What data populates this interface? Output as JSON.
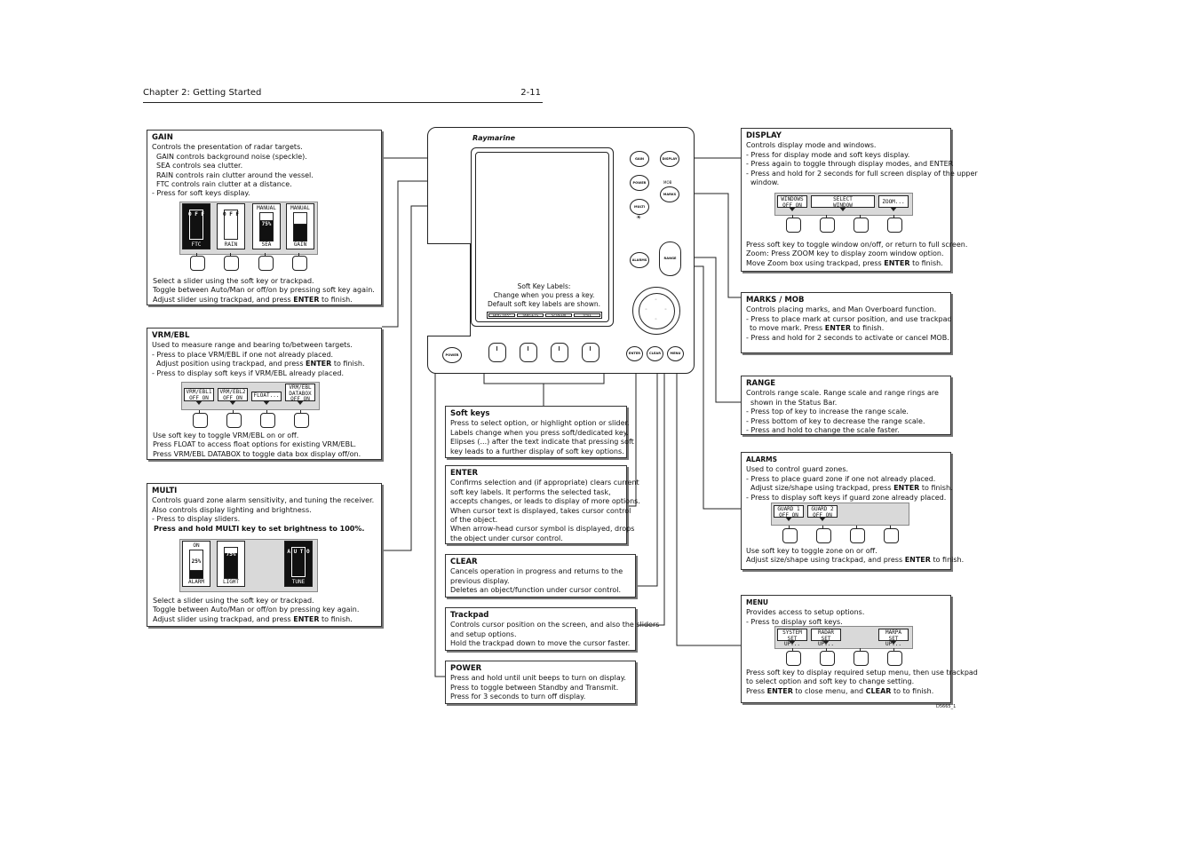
{
  "header": {
    "left": "Chapter 2: Getting Started",
    "right": "2-11"
  },
  "brand": "Raymarine",
  "unit": {
    "gain": "GAIN",
    "power": "POWER",
    "multi": "MULTI",
    "display": "DISPLAY",
    "marks": "MARKS",
    "mob": "MOB",
    "alarms": "ALARMS",
    "range": "RANGE",
    "enter": "ENTER",
    "clear": "CLEAR",
    "menu": "MENU",
    "brightness": "☀",
    "screen_text": [
      "Soft Key Labels:",
      "Change when you press a key.",
      "Default soft key labels are shown."
    ],
    "screen_keys": [
      "HDG 165°",
      "TARGETS",
      "SCREEN",
      "TOFF"
    ]
  },
  "gain": {
    "title": "GAIN",
    "lines": [
      "Controls the presentation of radar targets.",
      "GAIN controls background noise (speckle).",
      "SEA controls sea clutter.",
      "RAIN controls rain clutter around the vessel.",
      "FTC controls rain clutter at a distance.",
      "- Press for soft keys display."
    ],
    "sliders": [
      {
        "name": "FTC",
        "top": "",
        "text": "O F F"
      },
      {
        "name": "RAIN",
        "top": "",
        "text": "O F F"
      },
      {
        "name": "SEA",
        "top": "MANUAL",
        "text": "75%"
      },
      {
        "name": "GAIN",
        "top": "MANUAL",
        "text": ""
      }
    ],
    "foot": [
      "Select a slider using the soft key or trackpad.",
      "Toggle between Auto/Man or off/on by pressing soft key again.",
      "Adjust slider using trackpad, and press",
      "ENTER",
      "to finish."
    ]
  },
  "vrm": {
    "title": "VRM/EBL",
    "lines": [
      "Used to measure range and bearing to/between targets.",
      "- Press to place VRM/EBL if one not already placed.",
      "Adjust position using trackpad, and press",
      "ENTER",
      "to finish.",
      "- Press to display soft keys if VRM/EBL already placed."
    ],
    "labels": [
      [
        "VRM/EBL1",
        "OFF ON"
      ],
      [
        "VRM/EBL2",
        "OFF ON"
      ],
      [
        "FLOAT..."
      ],
      [
        "VRM/EBL",
        "DATABOX",
        "OFF ON"
      ]
    ],
    "foot": [
      "Use soft key to toggle VRM/EBL on or off.",
      "Press FLOAT to access float options for existing VRM/EBL.",
      "Press VRM/EBL DATABOX to toggle data box display off/on."
    ]
  },
  "multi": {
    "title": "MULTI",
    "lines": [
      "Controls guard zone alarm sensitivity, and tuning the receiver.",
      "Also controls display lighting and brightness.",
      "- Press to display sliders."
    ],
    "bold_line": "Press and hold MULTI key to set brightness to 100%.",
    "sliders": [
      {
        "name": "ALARM",
        "top": "ON",
        "text": "25%"
      },
      {
        "name": "LIGHT",
        "top": "",
        "text": "75%"
      },
      {
        "name": "TUNE",
        "top": "",
        "text": "A U T O"
      }
    ],
    "foot": [
      "Select a slider using the soft key or trackpad.",
      "Toggle between Auto/Man or off/on by pressing key again.",
      "Adjust slider using trackpad, and press",
      "ENTER",
      "to finish."
    ]
  },
  "display": {
    "title": "DISPLAY",
    "lines": [
      "Controls display mode and windows.",
      "- Press for display mode and soft keys display.",
      "- Press again to toggle through display modes, and ENTER",
      "- Press and hold for 2 seconds for full screen display of the upper",
      "window."
    ],
    "labels": [
      [
        "WINDOWS",
        "OFF ON"
      ],
      [
        "SELECT",
        "WINDOW"
      ],
      [
        "ZOOM..."
      ]
    ],
    "foot": [
      "Press soft key to toggle window on/off, or return to full screen.",
      "Zoom:  Press ZOOM key to display zoom window option.",
      "Move Zoom box using trackpad, press",
      "ENTER",
      "to finish."
    ]
  },
  "marks": {
    "title": "MARKS / MOB",
    "lines": [
      "Controls placing marks, and Man Overboard function.",
      "- Press to place mark at cursor position, and use trackpad",
      "to move mark. Press",
      "ENTER",
      "to finish.",
      "- Press and hold for 2 seconds to activate or cancel MOB."
    ]
  },
  "range": {
    "title": "RANGE",
    "lines": [
      "Controls range scale. Range scale and range rings are",
      "shown in the Status Bar.",
      "- Press top of key to increase the range scale.",
      "- Press bottom of key to decrease the range scale.",
      "- Press and hold to change the scale faster."
    ]
  },
  "alarms": {
    "title": "ALARMS",
    "lines": [
      "Used to control guard zones.",
      "- Press to place guard zone if one not already placed.",
      "Adjust size/shape using trackpad, press",
      "ENTER",
      "to finish.",
      "- Press to display soft keys if guard zone already placed."
    ],
    "labels": [
      [
        "GUARD 1",
        "OFF ON"
      ],
      [
        "GUARD 2",
        "OFF ON"
      ]
    ],
    "foot": [
      "Use soft key to toggle zone on or off.",
      "Adjust size/shape using trackpad, and press",
      "ENTER",
      "to finish."
    ]
  },
  "menu": {
    "title": "MENU",
    "lines": [
      "Provides access to setup options.",
      "- Press to display soft keys."
    ],
    "labels": [
      [
        "SYSTEM",
        "SET UP..."
      ],
      [
        "RADAR",
        "SET UP..."
      ],
      [
        "MARPA",
        "SET UP..."
      ]
    ],
    "foot": [
      "Press soft key to display required setup menu, then use trackpad",
      "to select option and soft key to change setting.",
      "Press",
      "ENTER",
      "to close menu, and",
      "CLEAR",
      "to to finish."
    ]
  },
  "softkeys": {
    "title": "Soft keys",
    "lines": [
      "Press to select option, or highlight option or slider.",
      "Labels change when you press soft/dedicated key.",
      "Elipses (...) after the text indicate that pressing soft",
      "key leads to a further display of soft key options."
    ]
  },
  "enter": {
    "title": "ENTER",
    "lines": [
      "Confirms selection and (if appropriate) clears current",
      "soft key labels. It performs the selected task,",
      "accepts changes, or leads to display of more options.",
      "When cursor text is displayed, takes cursor control",
      "of the object.",
      "When arrow-head cursor symbol is displayed, drops",
      "the object under cursor control."
    ]
  },
  "clear": {
    "title": "CLEAR",
    "lines": [
      "Cancels operation in progress and returns to the",
      "previous display.",
      "Deletes an object/function under cursor control."
    ]
  },
  "trackpad": {
    "title": "Trackpad",
    "lines": [
      "Controls cursor position on the screen, and also the sliders",
      "and setup options.",
      "Hold the trackpad down to move the cursor faster."
    ]
  },
  "power": {
    "title": "POWER",
    "lines": [
      "Press and hold until unit beeps to turn on display.",
      "Press to toggle between Standby and Transmit.",
      "Press for 3 seconds to turn off display."
    ]
  },
  "figure_id": "D5665_1"
}
